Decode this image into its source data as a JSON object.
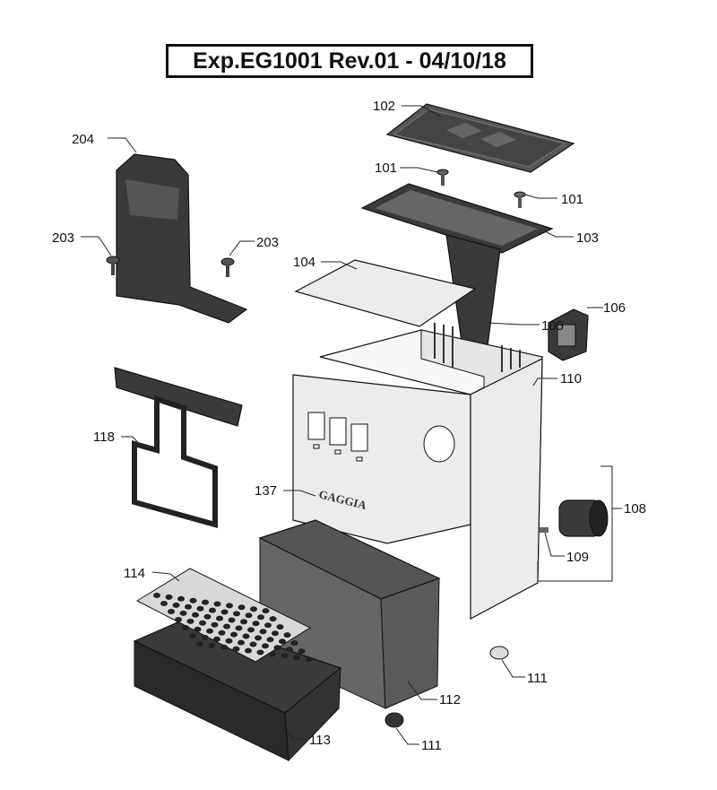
{
  "title": "Exp.EG1001 Rev.01 - 04/10/18",
  "logo_text": "GAGGIA",
  "parts": {
    "p102": "102",
    "p101a": "101",
    "p101b": "101",
    "p103": "103",
    "p104": "104",
    "p105": "105",
    "p106": "106",
    "p110": "110",
    "p108": "108",
    "p109": "109",
    "p111a": "111",
    "p111b": "111",
    "p112": "112",
    "p113": "113",
    "p114": "114",
    "p118": "118",
    "p137": "137",
    "p203a": "203",
    "p203b": "203",
    "p204": "204"
  }
}
